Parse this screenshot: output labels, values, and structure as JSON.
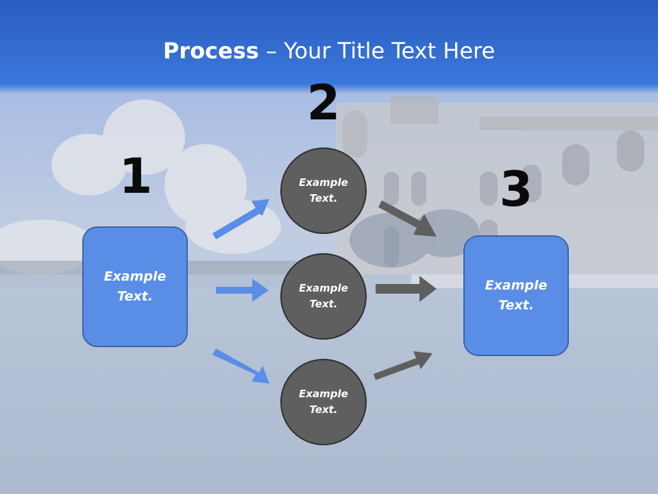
{
  "slide": {
    "title_bold": "Process",
    "title_rest": " – Your Title Text Here",
    "background_image": "fountain statue in front of palace facade with water pool",
    "colors": {
      "header_blue": "#2f63c8",
      "box_fill": "#5a8ee6",
      "box_border": "#3d63a8",
      "circle_fill": "#5f5f5f",
      "arrow_blue": "#5a8ee6",
      "arrow_gray": "#5f5f5f"
    }
  },
  "steps": [
    {
      "number": "1",
      "text": "Example\nText."
    },
    {
      "number": "2",
      "items": [
        "Example\nText.",
        "Example\nText.",
        "Example\nText."
      ]
    },
    {
      "number": "3",
      "text": "Example\nText."
    }
  ]
}
